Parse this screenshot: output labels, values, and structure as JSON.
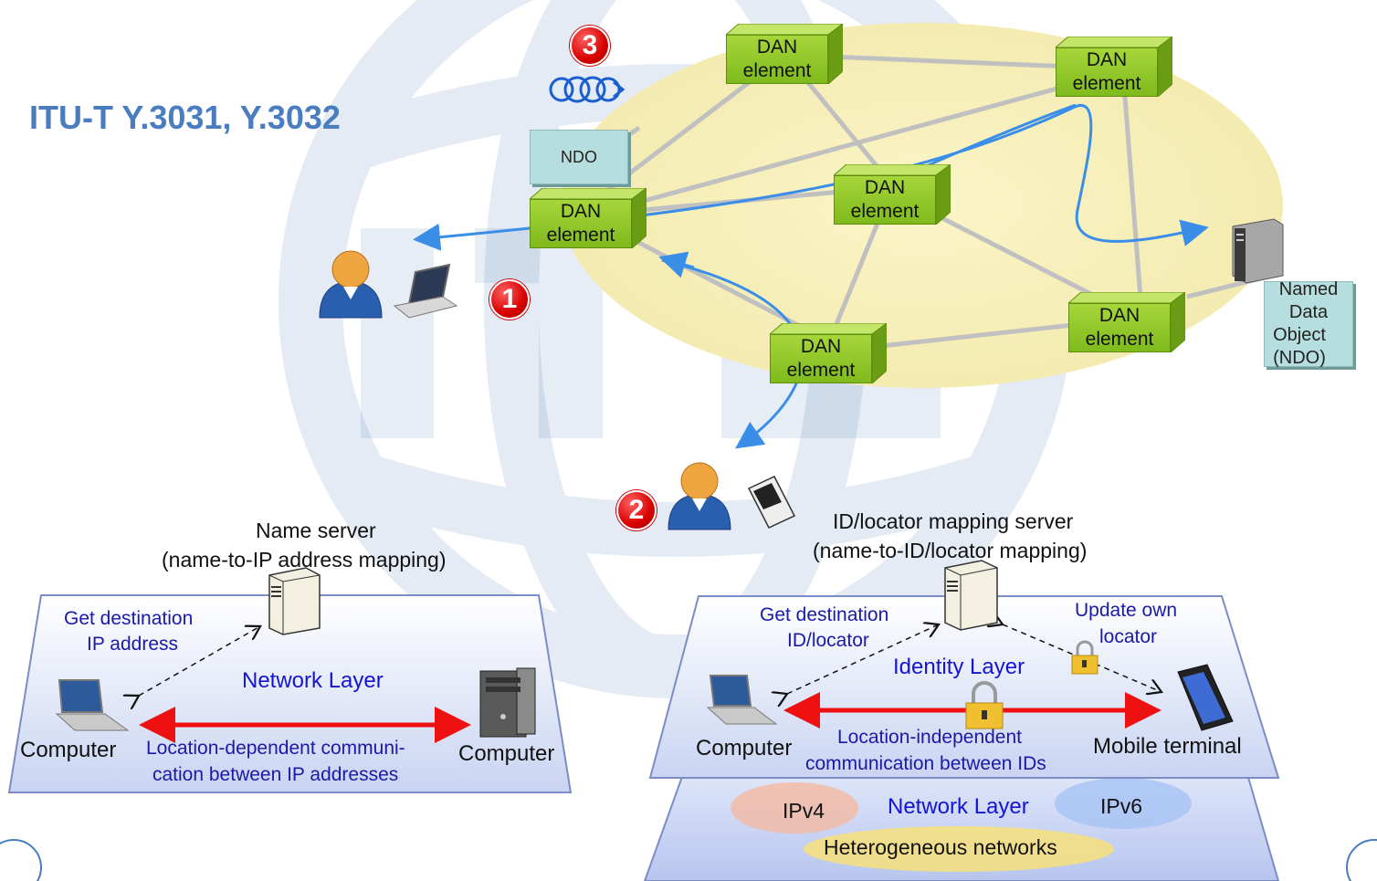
{
  "title": "ITU-T Y.3031, Y.3032",
  "badges": [
    "1",
    "2",
    "3"
  ],
  "dan": {
    "line1": "DAN",
    "line2": "element"
  },
  "ndo_small": "NDO",
  "named_data_object": [
    "Named",
    "Data",
    "Object (NDO)"
  ],
  "left_panel": {
    "server_title": "Name server",
    "server_subtitle": "(name-to-IP address mapping)",
    "get_dest_line1": "Get destination",
    "get_dest_line2": "IP address",
    "layer": "Network Layer",
    "computer_left": "Computer",
    "computer_right": "Computer",
    "comm_line1": "Location-dependent communi-",
    "comm_line2": "cation between IP addresses"
  },
  "right_panel": {
    "server_title": "ID/locator mapping server",
    "server_subtitle": "(name-to-ID/locator mapping)",
    "get_dest_line1": "Get destination",
    "get_dest_line2": "ID/locator",
    "update_line1": "Update own",
    "update_line2": "locator",
    "identity_layer": "Identity Layer",
    "computer": "Computer",
    "mobile": "Mobile terminal",
    "comm_line1": "Location-independent",
    "comm_line2": "communication between IDs",
    "network_layer": "Network Layer",
    "ipv4": "IPv4",
    "ipv6": "IPv6",
    "hetero": "Heterogeneous networks"
  },
  "colors": {
    "accent_blue": "#3b8ee8",
    "red_arrow": "#ee1111",
    "dan_green": "#8cc63f",
    "title_blue": "#4a7cc0"
  }
}
